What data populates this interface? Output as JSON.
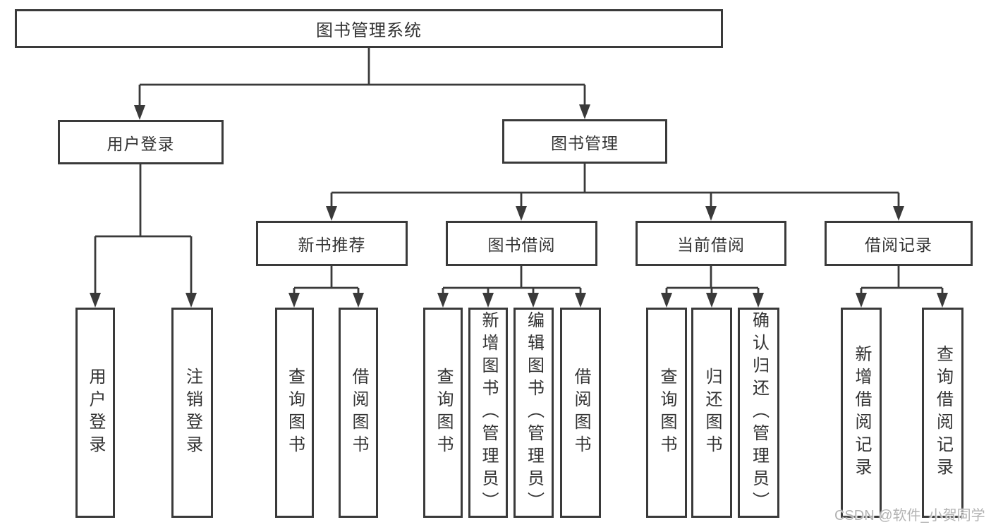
{
  "diagram": {
    "type": "hierarchy-tree",
    "colors": {
      "line": "#3a3a3a",
      "text": "#333333",
      "background": "#ffffff",
      "watermark_text_color": "#b3b3b3"
    },
    "root": {
      "label": "图书管理系统"
    },
    "branches": [
      {
        "label": "用户登录",
        "children": [
          {
            "label": "用户登录"
          },
          {
            "label": "注销登录"
          }
        ]
      },
      {
        "label": "图书管理",
        "children": [
          {
            "label": "新书推荐",
            "children": [
              {
                "label": "查询图书"
              },
              {
                "label": "借阅图书"
              }
            ]
          },
          {
            "label": "图书借阅",
            "children": [
              {
                "label": "查询图书"
              },
              {
                "label": "新增图书（管理员）"
              },
              {
                "label": "编辑图书（管理员）"
              },
              {
                "label": "借阅图书"
              }
            ]
          },
          {
            "label": "当前借阅",
            "children": [
              {
                "label": "查询图书"
              },
              {
                "label": "归还图书"
              },
              {
                "label": "确认归还（管理员）"
              }
            ]
          },
          {
            "label": "借阅记录",
            "children": [
              {
                "label": "新增借阅记录"
              },
              {
                "label": "查询借阅记录"
              }
            ]
          }
        ]
      }
    ],
    "watermark": {
      "text": "CSDN @软件_小贺同学"
    }
  }
}
